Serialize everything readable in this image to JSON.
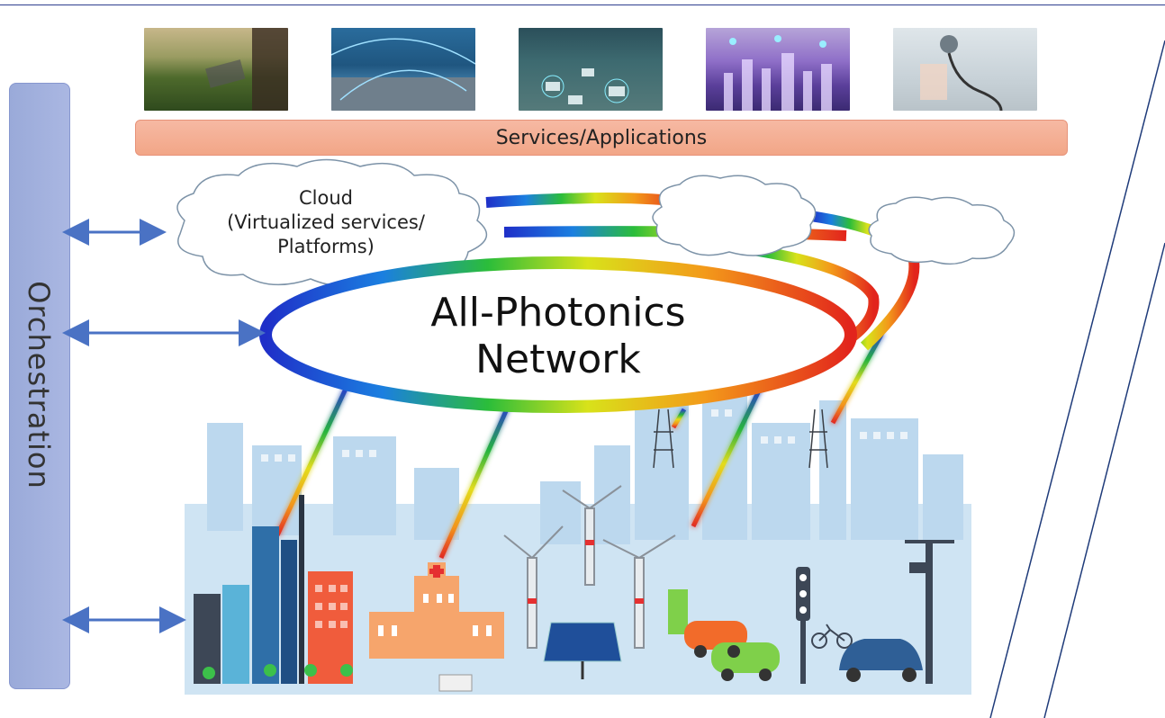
{
  "services_label": "Services/Applications",
  "orchestration_label": "Orchestration",
  "cloud_label": "Cloud\n(Virtualized services/\nPlatforms)",
  "network_label": "All-Photonics\nNetwork",
  "photos": [
    {
      "name": "agriculture-photo"
    },
    {
      "name": "port-city-photo"
    },
    {
      "name": "autonomous-traffic-photo"
    },
    {
      "name": "smart-city-photo"
    },
    {
      "name": "medical-photo"
    }
  ],
  "colors": {
    "orchestration": "#a6b3e0",
    "services": "#f4ad92",
    "arrow": "#4a72c4",
    "city_background": "#cfe4f3"
  }
}
